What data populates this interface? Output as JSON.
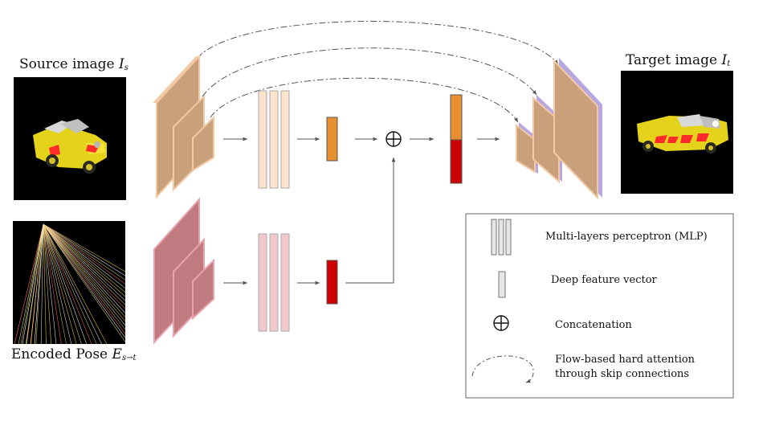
{
  "labels": {
    "source_image": "Source image",
    "source_sub": "s",
    "source_var": "I",
    "target_image": "Target image",
    "target_sub": "t",
    "target_var": "I",
    "encoded_pose": "Encoded Pose",
    "encoded_var": "E",
    "encoded_sub": "s→t"
  },
  "legend": {
    "mlp": "Multi-layers perceptron (MLP)",
    "feature": "Deep feature vector",
    "concat": "Concatenation",
    "flow_line1": "Flow-based hard attention",
    "flow_line2": "through skip connections"
  },
  "colors": {
    "encoder_top": "#c9a07c",
    "encoder_top_light": "#f3c9a3",
    "encoder_bottom": "#c07a80",
    "encoder_bottom_light": "#e7a4ab",
    "mlp_top": "#fbe3cc",
    "mlp_bottom": "#f2c8cc",
    "feature_orange": "#e8902f",
    "feature_red": "#cc0000",
    "decoder_purple": "#b7a7e0",
    "arrow": "#555555"
  },
  "icons": [
    "concat-plus-icon",
    "truck-image",
    "pose-rays-image"
  ]
}
